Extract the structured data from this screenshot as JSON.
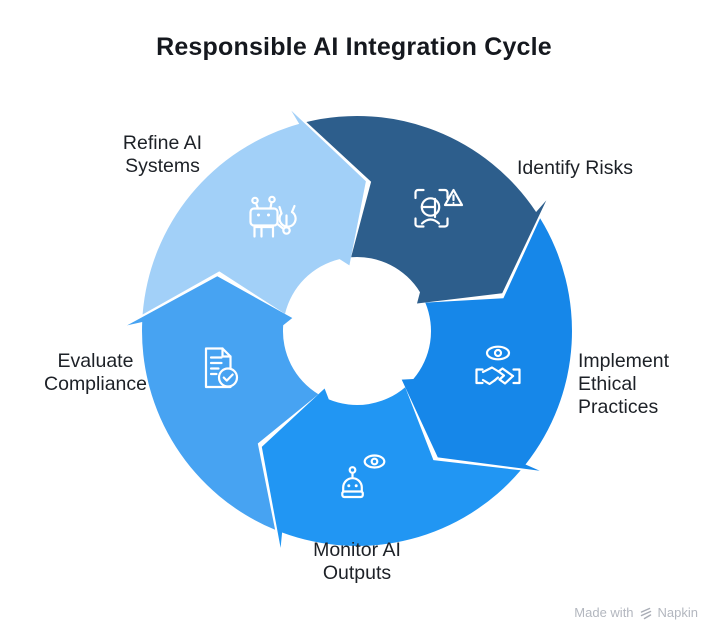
{
  "title": "Responsible AI Integration Cycle",
  "cycle": {
    "segments": [
      {
        "id": "identify-risks",
        "label": "Identify Risks",
        "color": "#2d5e8c",
        "icon": "face-scan-warning-icon"
      },
      {
        "id": "implement-ethical-practices",
        "label": "Implement\nEthical\nPractices",
        "color": "#1687e9",
        "icon": "eye-handshake-icon"
      },
      {
        "id": "monitor-ai-outputs",
        "label": "Monitor AI\nOutputs",
        "color": "#2196f3",
        "icon": "robot-eye-icon"
      },
      {
        "id": "evaluate-compliance",
        "label": "Evaluate\nCompliance",
        "color": "#47a3f2",
        "icon": "document-check-icon"
      },
      {
        "id": "refine-ai-systems",
        "label": "Refine AI\nSystems",
        "color": "#a2d0f8",
        "icon": "robot-wrench-icon"
      }
    ]
  },
  "watermark": {
    "prefix": "Made with",
    "brand": "Napkin"
  }
}
